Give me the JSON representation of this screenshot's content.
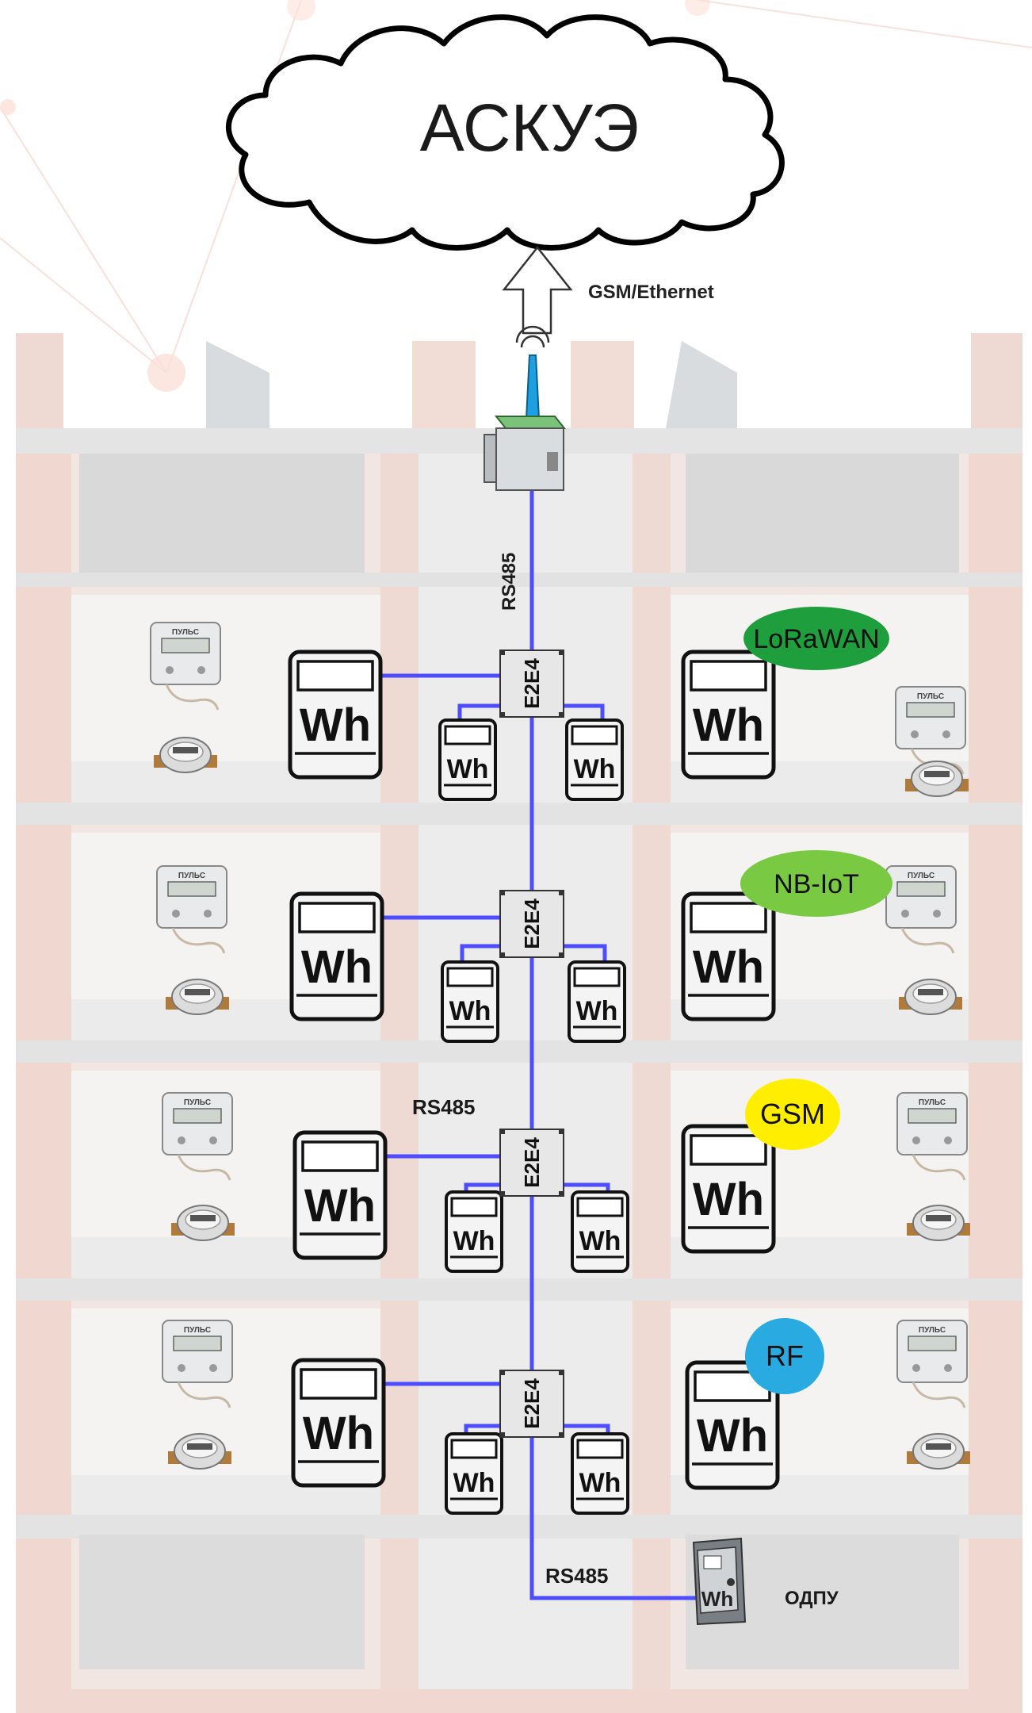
{
  "cloud": {
    "label": "АСКУЭ"
  },
  "uplink": {
    "label": "GSM/Ethernet"
  },
  "bus_labels": {
    "riser_top": "RS485",
    "floor3": "RS485",
    "bottom": "RS485"
  },
  "concentrator_label": "E2E4",
  "meter_label": "Wh",
  "heat_meter_brand": "ПУЛЬС",
  "common_meter": {
    "label": "ОДПУ",
    "face": "Wh"
  },
  "protocols": [
    {
      "label": "LoRaWAN",
      "color": "#1e9e3c"
    },
    {
      "label": "NB-IoT",
      "color": "#7ac943"
    },
    {
      "label": "GSM",
      "color": "#ffee00"
    },
    {
      "label": "RF",
      "color": "#29abe2"
    }
  ],
  "colors": {
    "bus": "#4d4dff",
    "antenna": "#1ea0e0",
    "router": "#3a8a3a"
  }
}
